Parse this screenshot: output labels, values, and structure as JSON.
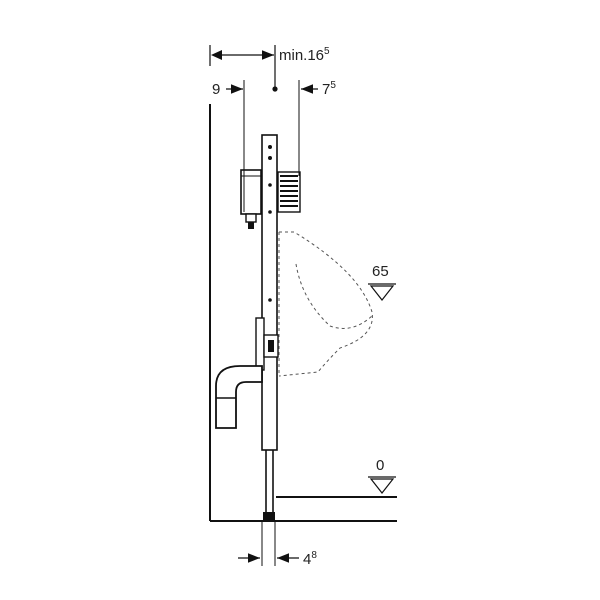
{
  "dimensions": {
    "min_depth": {
      "prefix": "min.16",
      "sup": "5"
    },
    "left_offset": {
      "text": "9"
    },
    "right_offset": {
      "text": "7",
      "sup": "5"
    },
    "bottom_width": {
      "text": "4",
      "sup": "8"
    }
  },
  "levels": {
    "urinal_height": {
      "text": "65"
    },
    "floor": {
      "text": "0"
    }
  }
}
